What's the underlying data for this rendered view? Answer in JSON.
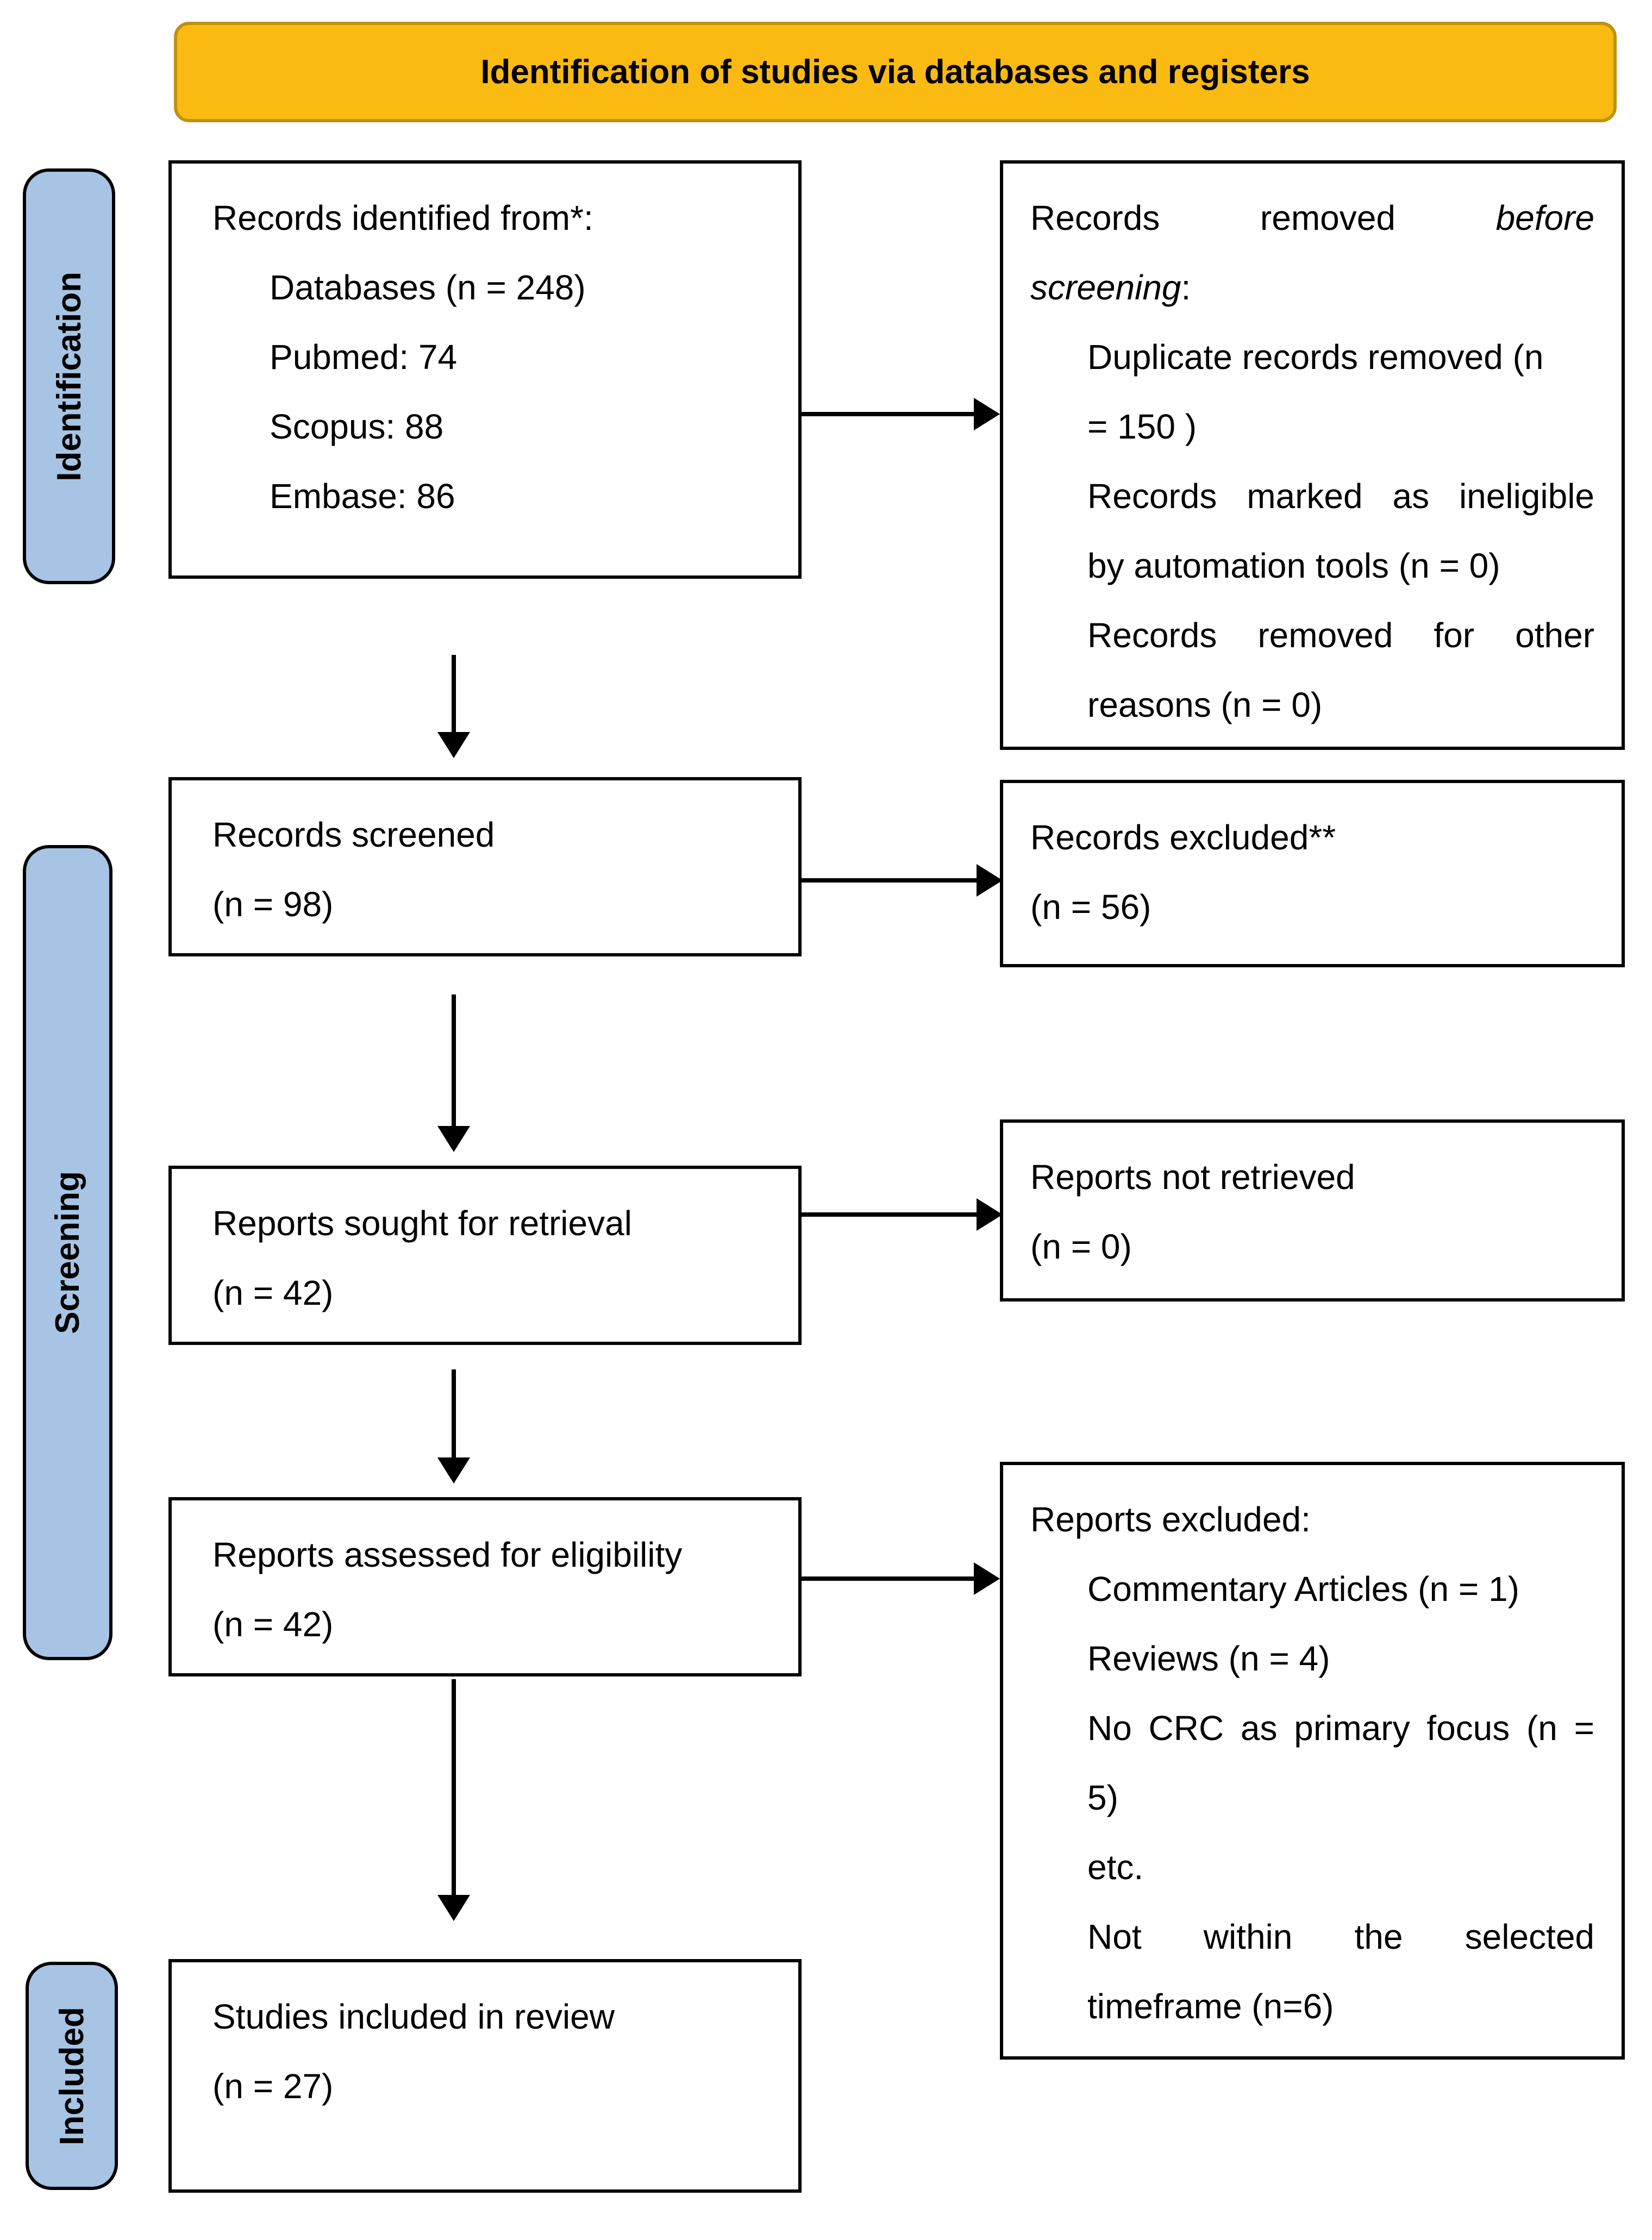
{
  "banner": {
    "title": "Identification of studies via databases and registers"
  },
  "stages": [
    {
      "label": "Identification"
    },
    {
      "label": "Screening"
    },
    {
      "label": "Included"
    }
  ],
  "boxes": {
    "records_identified": {
      "title": "Records identified from*:",
      "items": [
        "Databases (n = 248)",
        "Pubmed: 74",
        "Scopus: 88",
        "Embase: 86"
      ]
    },
    "records_removed": {
      "line1_normal": "Records removed",
      "line1_italic": "before",
      "line2_italic": "screening",
      "line2_colon": ":",
      "item1_a": "Duplicate records removed (n",
      "item1_b": "= 150 )",
      "item2_a": "Records marked as ineligible",
      "item2_b": "by automation tools (n = 0)",
      "item3_a": "Records removed for other",
      "item3_b": "reasons (n = 0)"
    },
    "records_screened": {
      "line1": "Records screened",
      "line2": "(n = 98)"
    },
    "records_excluded": {
      "line1": "Records excluded**",
      "line2": "(n = 56)"
    },
    "reports_sought": {
      "line1": "Reports sought for retrieval",
      "line2": "(n = 42)"
    },
    "reports_not_retrieved": {
      "line1": "Reports not retrieved",
      "line2": "(n = 0)"
    },
    "reports_assessed": {
      "line1": "Reports assessed for eligibility",
      "line2": "(n = 42)"
    },
    "reports_excluded": {
      "title": "Reports excluded:",
      "item1": "Commentary Articles (n = 1)",
      "item2": "Reviews (n = 4)",
      "item3_a": "No CRC as primary focus (n =",
      "item3_b": "5)",
      "item4": "etc.",
      "item5_a": "Not within the selected",
      "item5_b": "timeframe (n=6)"
    },
    "studies_included": {
      "line1": "Studies included in review",
      "line2": "(n = 27)"
    }
  },
  "colors": {
    "banner_bg": "#FBBA12",
    "banner_border": "#BC9310",
    "stage_bg": "#A7C4E4",
    "stage_border": "#000000",
    "box_bg": "#FFFFFF",
    "box_border": "#000000",
    "arrow": "#000000",
    "text": "#000000",
    "page_bg": "#FFFFFF"
  }
}
